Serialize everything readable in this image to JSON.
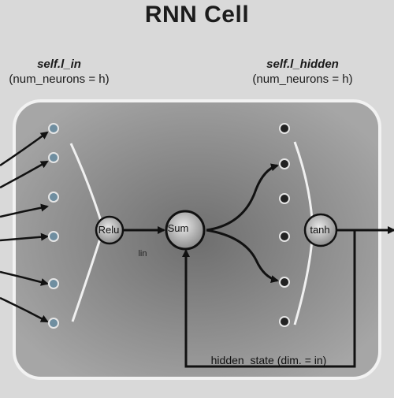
{
  "diagram": {
    "title": "RNN Cell",
    "input_layer": {
      "name": "self.l_in",
      "size": "(num_neurons = h)"
    },
    "hidden_layer": {
      "name": "self.l_hidden",
      "size": "(num_neurons = h)"
    },
    "ops": {
      "relu": "Relu",
      "sum": "Sum",
      "tanh": "tanh",
      "linear": "lin"
    },
    "state_label": "hidden_state (dim. = in)"
  },
  "colors": {
    "background": "#d9d9d9",
    "panel": "#8f8f8f",
    "node": "#6f8ea0",
    "line": "#111111"
  }
}
